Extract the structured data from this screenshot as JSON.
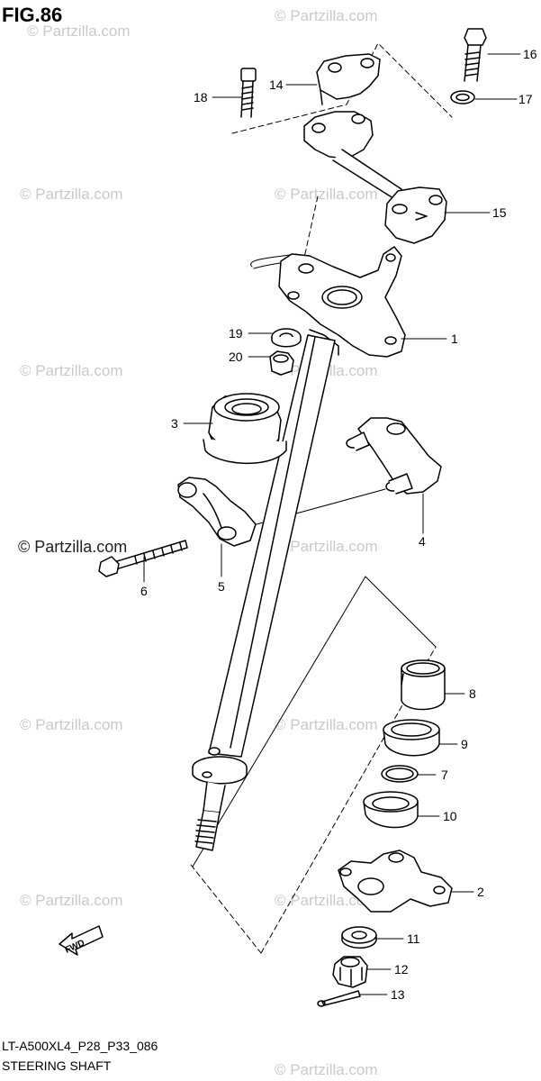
{
  "figure": {
    "title": "FIG.86",
    "footer_code": "LT-A500XL4_P28_P33_086",
    "footer_name": "STEERING SHAFT"
  },
  "watermark": {
    "text": "© Partzilla.com"
  },
  "fwd_label": "FWD",
  "callouts": {
    "c1": "1",
    "c2": "2",
    "c3": "3",
    "c4": "4",
    "c5": "5",
    "c6": "6",
    "c7": "7",
    "c8": "8",
    "c9": "9",
    "c10": "10",
    "c11": "11",
    "c12": "12",
    "c13": "13",
    "c14": "14",
    "c15": "15",
    "c16": "16",
    "c17": "17",
    "c18": "18",
    "c19": "19",
    "c20": "20"
  }
}
